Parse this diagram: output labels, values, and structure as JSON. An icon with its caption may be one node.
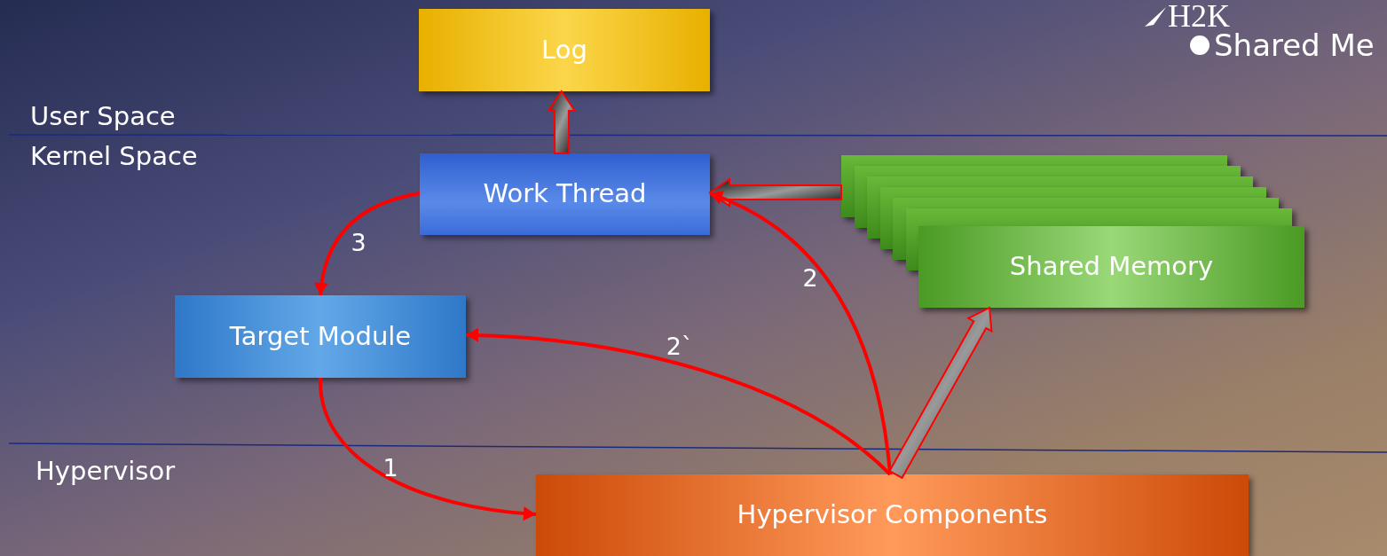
{
  "diagram": {
    "nodes": [
      {
        "text": [
          "Log"
        ]
      },
      {
        "text": [
          "Work Thread"
        ]
      },
      {
        "text": [
          "Shared Memory"
        ]
      },
      {
        "text": [
          "Target Module"
        ]
      },
      {
        "text": [
          "Hypervisor Components"
        ]
      }
    ],
    "edges": [
      {
        "from": 1,
        "to": 0,
        "arrow": "to",
        "style": "thick"
      },
      {
        "from": 2,
        "to": 1,
        "arrow": "to",
        "style": "thick"
      },
      {
        "from": 1,
        "to": 3,
        "arrow": "to",
        "label": "3"
      },
      {
        "from": 3,
        "to": 4,
        "arrow": "to",
        "label": "1"
      },
      {
        "from": 4,
        "to": 1,
        "arrow": "to",
        "label": "2"
      },
      {
        "from": 4,
        "to": 3,
        "arrow": "to",
        "label": "2`"
      },
      {
        "from": 4,
        "to": 2,
        "arrow": "to",
        "style": "thick"
      }
    ],
    "labels": [
      "H2K",
      "Shared Me",
      "User Space",
      "Kernel Space",
      "Hypervisor"
    ]
  }
}
